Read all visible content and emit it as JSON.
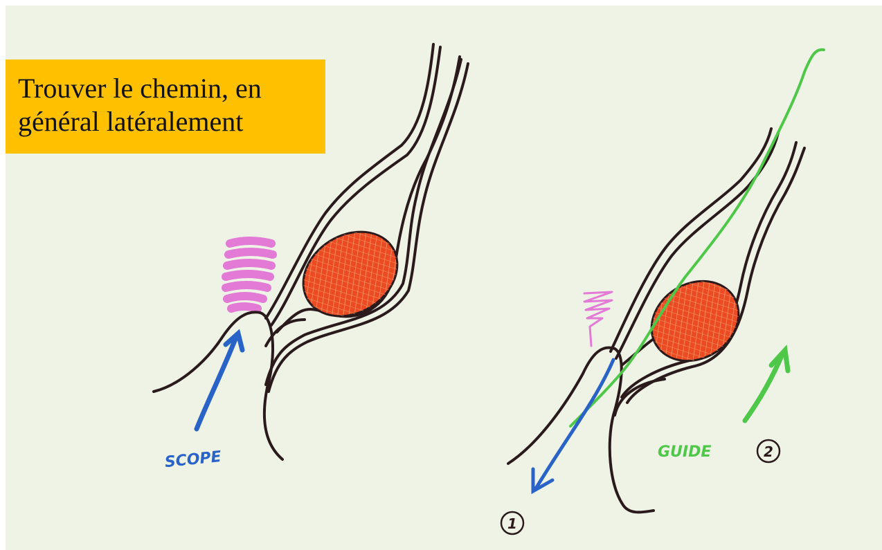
{
  "title": {
    "line1": "Trouver le chemin, en",
    "line2": "général latéralement"
  },
  "labels": {
    "scope": "SCOPE",
    "guide": "GUIDE",
    "step1": "1",
    "step2": "2"
  },
  "colors": {
    "background": "#eef3e6",
    "title_box": "#ffc000",
    "outline": "#2a1a1c",
    "stone": "#e8401e",
    "scope_arrow": "#2a63c8",
    "guide_wire": "#4fc84a",
    "fold": "#e27ad6"
  }
}
